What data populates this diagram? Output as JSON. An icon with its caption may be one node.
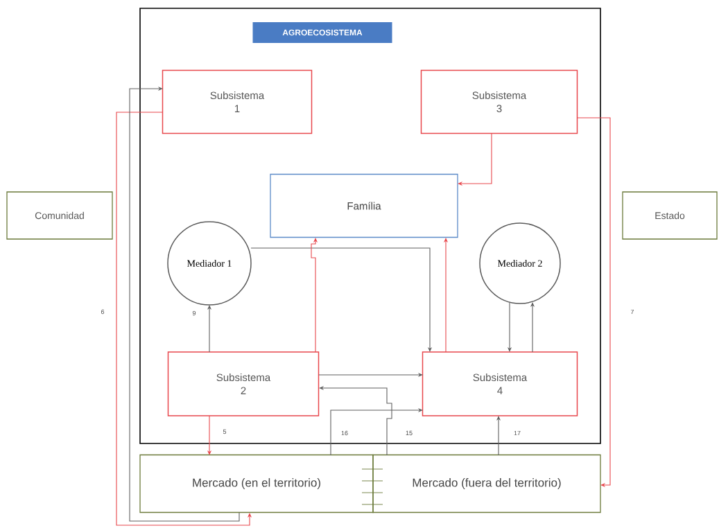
{
  "diagram": {
    "nodes": [
      {
        "text": [],
        "shape": "box"
      },
      {
        "text": [
          "AGROECOSISTEMA"
        ],
        "in": 0
      },
      {
        "text": [
          "Subsistema 1"
        ],
        "in": 0
      },
      {
        "text": [
          "Subsistema 3"
        ],
        "in": 0
      },
      {
        "text": [
          "Comunidad"
        ]
      },
      {
        "text": [
          "Família"
        ],
        "in": 0
      },
      {
        "text": [
          "Estado"
        ]
      },
      {
        "text": [
          "Mediador 1"
        ],
        "in": 0
      },
      {
        "text": [
          "Mediador 2"
        ],
        "in": 0
      },
      {
        "text": [
          "Subsistema 2"
        ],
        "in": 0
      },
      {
        "text": [
          "Subsistema 4"
        ],
        "in": 0
      },
      {
        "text": [
          "Mercado (en el territorio)"
        ]
      },
      {
        "text": [
          "Mercado (fuera del territorio)"
        ]
      }
    ],
    "edges": [
      {
        "from": 2,
        "to": 11,
        "arrow": "to",
        "label": "6",
        "color": "#e8474c"
      },
      {
        "from": 11,
        "to": 2,
        "arrow": "to"
      },
      {
        "from": 3,
        "to": 5,
        "arrow": "to",
        "color": "#e8474c"
      },
      {
        "from": 3,
        "to": 12,
        "arrow": "to",
        "label": "7",
        "color": "#e8474c"
      },
      {
        "from": 7,
        "to": 10,
        "arrow": "to"
      },
      {
        "from": 9,
        "to": 7,
        "arrow": "to",
        "label": "9"
      },
      {
        "from": 9,
        "to": 5,
        "arrow": "to",
        "color": "#e8474c"
      },
      {
        "from": 10,
        "to": 5,
        "arrow": "to",
        "color": "#e8474c"
      },
      {
        "from": 8,
        "to": 10,
        "arrow": "to"
      },
      {
        "from": 10,
        "to": 8,
        "arrow": "to"
      },
      {
        "from": 9,
        "to": 10,
        "arrow": "to"
      },
      {
        "from": 11,
        "to": 10,
        "arrow": "to",
        "label": "16"
      },
      {
        "from": 12,
        "to": 9,
        "arrow": "to",
        "label": "15"
      },
      {
        "from": 12,
        "to": 10,
        "arrow": "to",
        "label": "17"
      },
      {
        "from": 9,
        "to": 11,
        "arrow": "to",
        "label": "5",
        "color": "#e8474c"
      }
    ]
  }
}
